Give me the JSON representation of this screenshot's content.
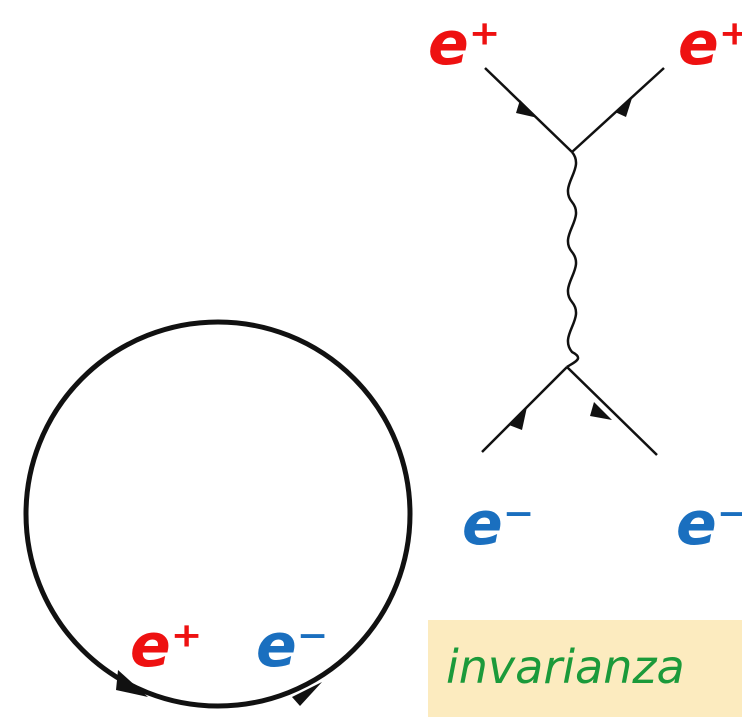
{
  "colors": {
    "positron": "#ee1111",
    "electron": "#1a6fbf",
    "caption_text": "#1b9a3a",
    "caption_background": "#fcebbf",
    "line": "#111111"
  },
  "scattering_diagram": {
    "incoming_positron_label": "e⁺",
    "outgoing_positron_label": "e⁺",
    "incoming_electron_label": "e⁻",
    "outgoing_electron_label": "e⁻"
  },
  "loop_diagram": {
    "positron_label": "e⁺",
    "electron_label": "e⁻"
  },
  "caption": {
    "text": "invarianza"
  }
}
